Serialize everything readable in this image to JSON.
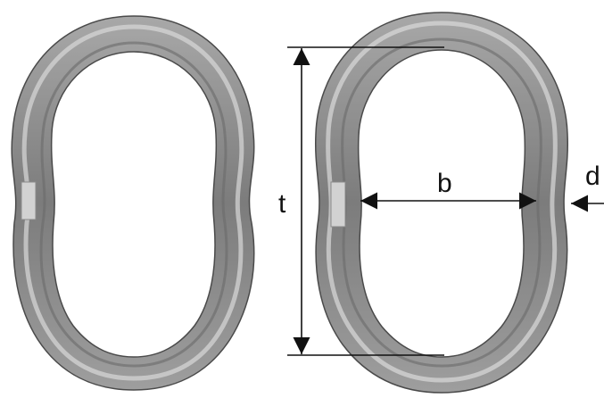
{
  "labels": {
    "height": "t",
    "inner_width": "b",
    "thickness": "d"
  },
  "colors": {
    "steel_dark": "#5c5c5c",
    "steel_mid": "#9a9a9a",
    "steel_light": "#d8d8d8",
    "dimension_line": "#111111",
    "background": "#ffffff"
  }
}
